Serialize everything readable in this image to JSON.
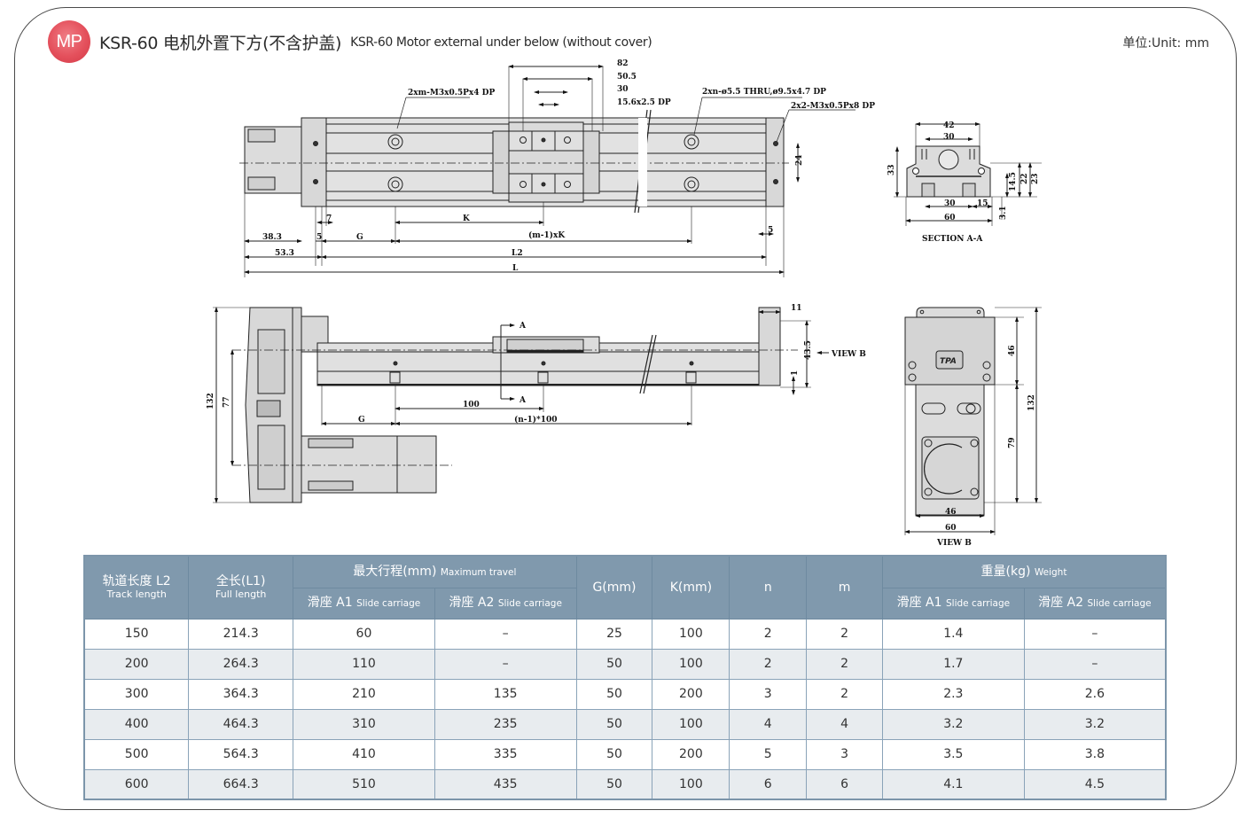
{
  "header": {
    "badge": "MP",
    "title_cn": "KSR-60 电机外置下方(不含护盖)",
    "title_en": "KSR-60 Motor external under below (without cover)",
    "unit": "单位:Unit: mm"
  },
  "drawing": {
    "top_view": {
      "dims": {
        "d82": "82",
        "d50_5": "50.5",
        "d30": "30",
        "d15_6": "15.6x2.5 DP",
        "note_left": "2xm-M3x0.5Px4 DP",
        "note_mid": "2xn-ø5.5 THRU,ø9.5x4.7 DP",
        "note_right": "2x2-M3x0.5Px8 DP",
        "d24": "24",
        "d7": "7",
        "k": "K",
        "mk": "(m-1)xK",
        "d5l": "5",
        "d5r": "5",
        "d38_3": "38.3",
        "g": "G",
        "d53_3": "53.3",
        "l2": "L2",
        "l": "L"
      }
    },
    "section_aa": {
      "title": "SECTION A-A",
      "dims": {
        "d42": "42",
        "d30t": "30",
        "d33": "33",
        "d14_5": "14.5",
        "d22": "22",
        "d23": "23",
        "d30b": "30",
        "d15": "15",
        "d60": "60",
        "d3_1": "3.1"
      }
    },
    "side_view": {
      "dims": {
        "d11": "11",
        "d43_5": "43.5",
        "view_b": "VIEW B",
        "d1": "1",
        "d132": "132",
        "d77": "77",
        "a_top": "A",
        "a_bottom": "A",
        "d100": "100",
        "g": "G",
        "n100": "(n-1)*100"
      }
    },
    "view_b": {
      "title": "VIEW B",
      "logo": "TPA",
      "dims": {
        "d46v": "46",
        "d132": "132",
        "d79": "79",
        "d46h": "46",
        "d60": "60"
      }
    }
  },
  "table": {
    "headers": {
      "track_cn": "轨道长度 L2",
      "track_en": "Track length",
      "full_cn": "全长(L1)",
      "full_en": "Full length",
      "travel_cn": "最大行程(mm)",
      "travel_en": "Maximum travel",
      "g": "G(mm)",
      "k": "K(mm)",
      "n": "n",
      "m": "m",
      "weight_cn": "重量(kg)",
      "weight_en": "Weight",
      "a1_cn": "滑座 A1",
      "a2_cn": "滑座 A2",
      "slide_en": "Slide carriage"
    },
    "rows": [
      [
        "150",
        "214.3",
        "60",
        "–",
        "25",
        "100",
        "2",
        "2",
        "1.4",
        "–"
      ],
      [
        "200",
        "264.3",
        "110",
        "–",
        "50",
        "100",
        "2",
        "2",
        "1.7",
        "–"
      ],
      [
        "300",
        "364.3",
        "210",
        "135",
        "50",
        "200",
        "3",
        "2",
        "2.3",
        "2.6"
      ],
      [
        "400",
        "464.3",
        "310",
        "235",
        "50",
        "100",
        "4",
        "4",
        "3.2",
        "3.2"
      ],
      [
        "500",
        "564.3",
        "410",
        "335",
        "50",
        "200",
        "5",
        "3",
        "3.5",
        "3.8"
      ],
      [
        "600",
        "664.3",
        "510",
        "435",
        "50",
        "100",
        "6",
        "6",
        "4.1",
        "4.5"
      ]
    ]
  }
}
